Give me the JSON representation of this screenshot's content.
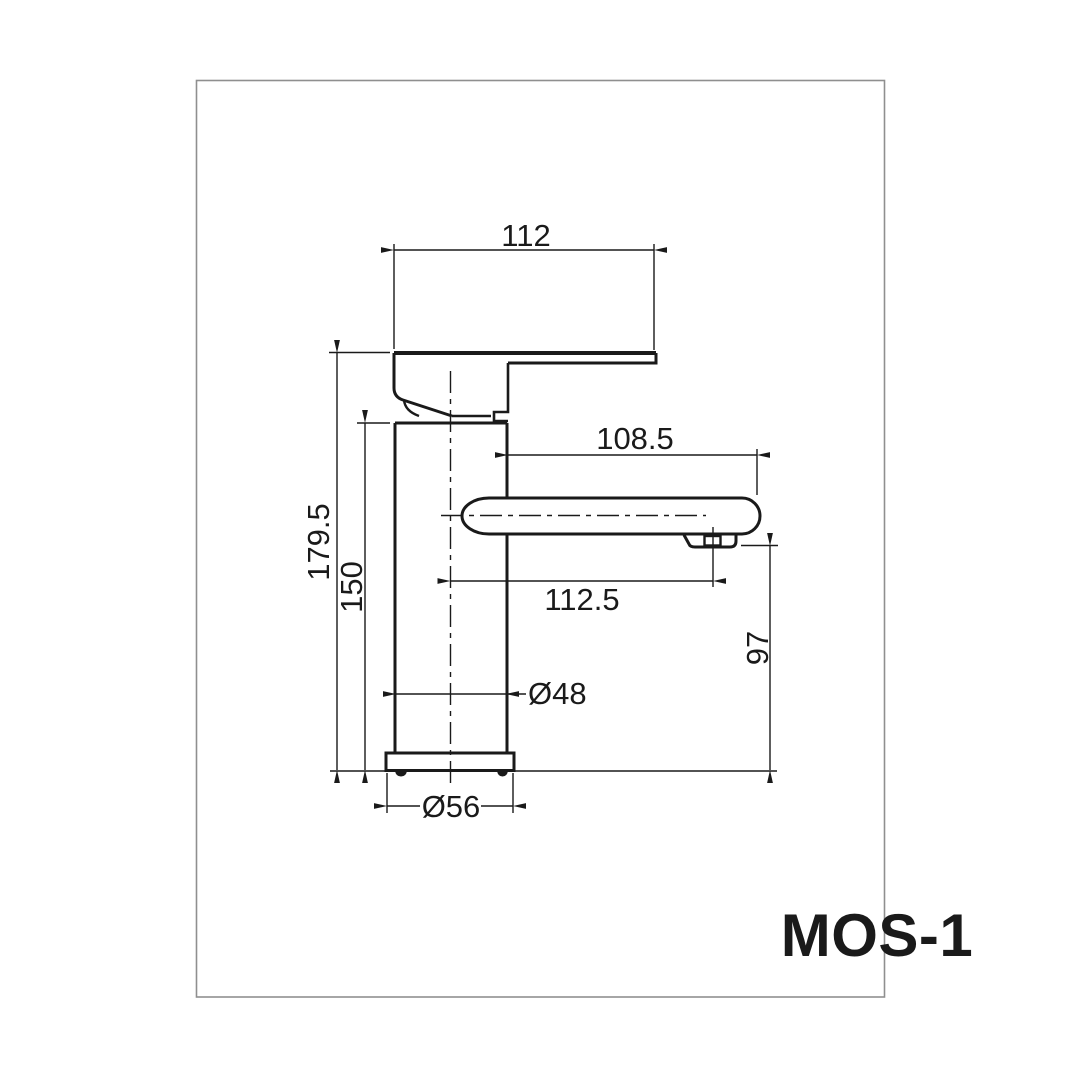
{
  "drawing": {
    "model_label": "MOS-1",
    "dimensions": {
      "handle_length": "112",
      "overall_height": "179.5",
      "body_height": "150",
      "spout_reach": "108.5",
      "spout_center_reach": "112.5",
      "outlet_height": "97",
      "body_diameter": "Ø48",
      "base_diameter": "Ø56"
    },
    "colors": {
      "line": "#1a1a1a",
      "frame": "#8f8f8f",
      "background": "#ffffff"
    }
  }
}
